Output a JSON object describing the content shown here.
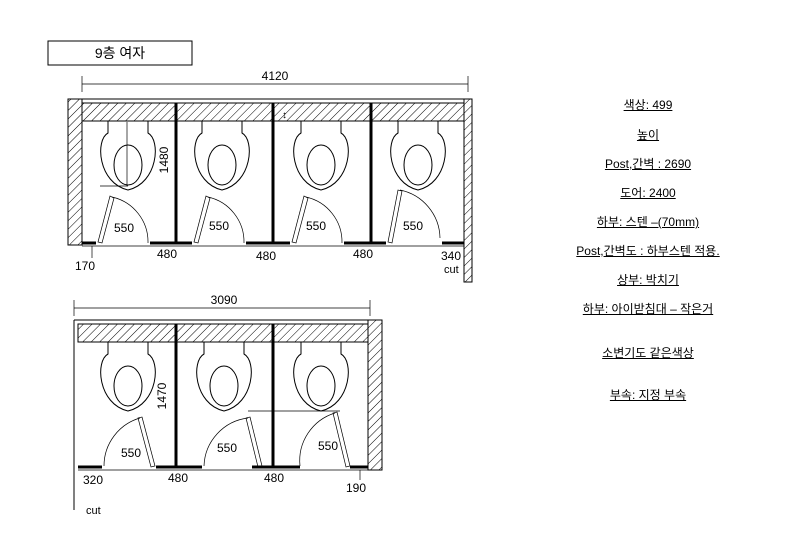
{
  "title": "9층 여자",
  "upper_plan": {
    "overall_width": "4120",
    "depth": "1480",
    "door_widths": [
      "550",
      "550",
      "550",
      "550"
    ],
    "front_segments": [
      "480",
      "480",
      "480"
    ],
    "left_end": "170",
    "right_end": "340",
    "cut_label": "cut"
  },
  "lower_plan": {
    "overall_width": "3090",
    "depth": "1470",
    "door_widths": [
      "550",
      "550",
      "550"
    ],
    "front_segments": [
      "480",
      "480"
    ],
    "left_end": "320",
    "right_end": "190",
    "cut_label": "cut"
  },
  "notes": [
    "색상: 499",
    "높이",
    "Post,간벽 : 2690",
    "도어: 2400",
    "하부: 스텐 –(70mm)",
    "Post,간벽도 : 하부스텐 적용.",
    "상부: 박치기",
    "하부: 아이받침대 – 작은거",
    "소변기도 같은색상",
    "부속:  지정 부속"
  ]
}
